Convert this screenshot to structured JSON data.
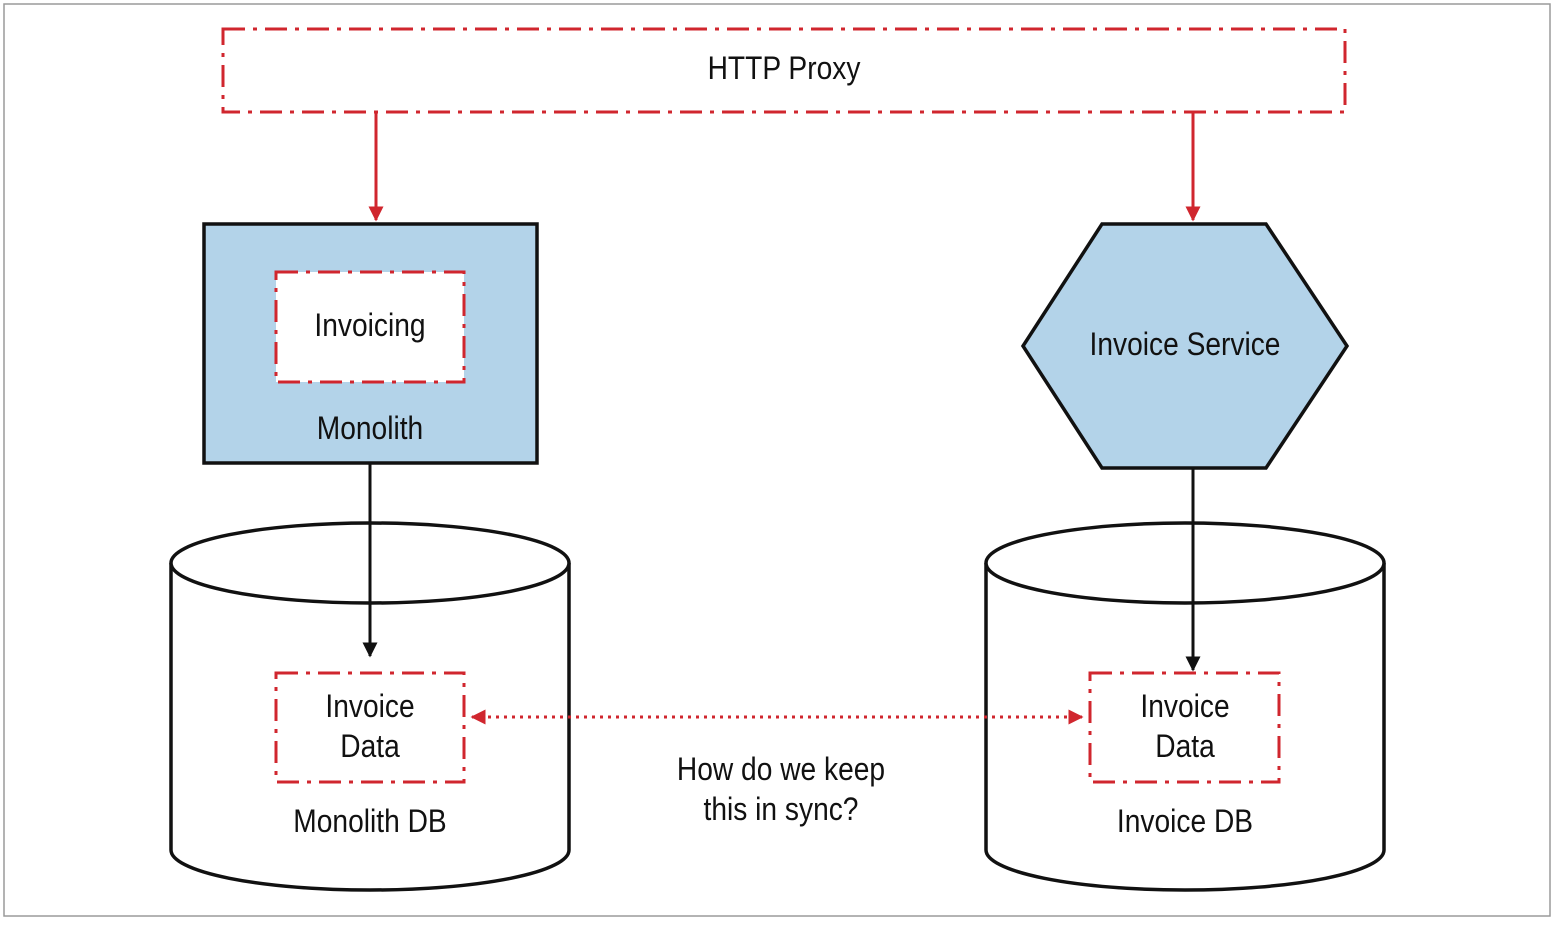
{
  "colors": {
    "accent_red": "#d0262e",
    "box_fill": "#b3d3e9",
    "stroke": "#111111",
    "frame": "#9a9a9a",
    "background": "#ffffff"
  },
  "proxy": {
    "label": "HTTP Proxy"
  },
  "monolith": {
    "label": "Monolith",
    "module_label": "Invoicing"
  },
  "invoice_service": {
    "label": "Invoice Service"
  },
  "monolith_db": {
    "label": "Monolith DB",
    "data_label_line1": "Invoice",
    "data_label_line2": "Data"
  },
  "invoice_db": {
    "label": "Invoice DB",
    "data_label_line1": "Invoice",
    "data_label_line2": "Data"
  },
  "sync_question": {
    "line1": "How do we keep",
    "line2": "this in sync?"
  }
}
